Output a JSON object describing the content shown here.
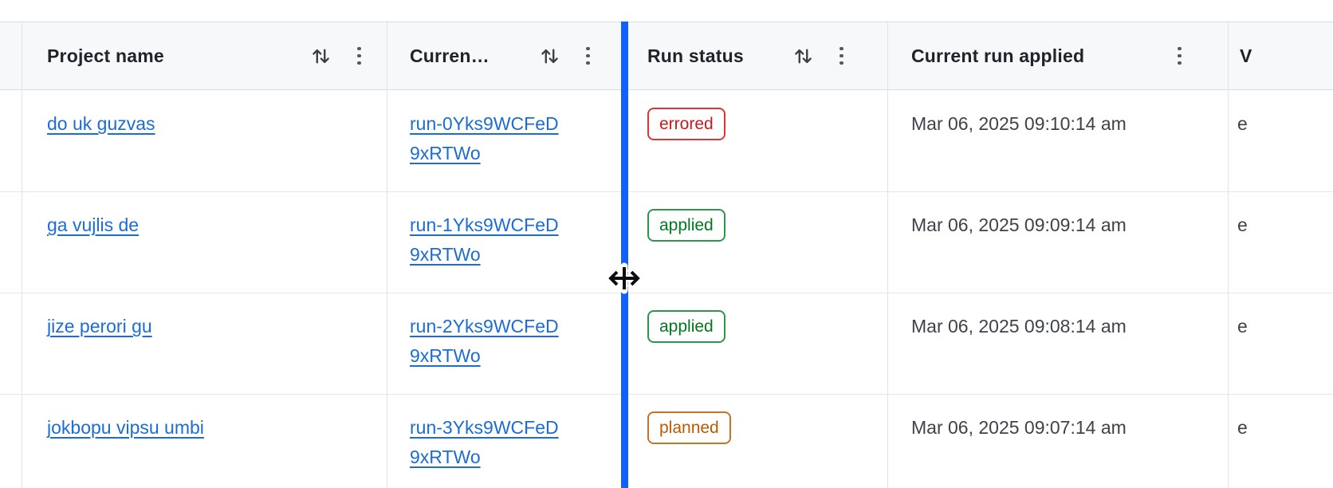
{
  "header": {
    "columns": [
      {
        "label": "Project name",
        "sort": true,
        "menu": true
      },
      {
        "label": "Curren…",
        "sort": true,
        "menu": true
      },
      {
        "label": "Run status",
        "sort": true,
        "menu": true
      },
      {
        "label": "Current run applied",
        "sort": false,
        "menu": true
      },
      {
        "label": "V",
        "sort": false,
        "menu": false
      }
    ]
  },
  "rows": [
    {
      "project": "do uk guzvas",
      "run_id": "run-0Yks9WCFeD9xRTWo",
      "run_line1": "run-0Yks9WCFeD",
      "run_line2": "9xRTWo",
      "status": "errored",
      "applied_at": "Mar 06, 2025 09:10:14 am",
      "extra_partial": "e"
    },
    {
      "project": "ga vujlis de",
      "run_id": "run-1Yks9WCFeD9xRTWo",
      "run_line1": "run-1Yks9WCFeD",
      "run_line2": "9xRTWo",
      "status": "applied",
      "applied_at": "Mar 06, 2025 09:09:14 am",
      "extra_partial": "e"
    },
    {
      "project": "jize perori gu",
      "run_id": "run-2Yks9WCFeD9xRTWo",
      "run_line1": "run-2Yks9WCFeD",
      "run_line2": "9xRTWo",
      "status": "applied",
      "applied_at": "Mar 06, 2025 09:08:14 am",
      "extra_partial": "e"
    },
    {
      "project": "jokbopu vipsu umbi",
      "run_id": "run-3Yks9WCFeD9xRTWo",
      "run_line1": "run-3Yks9WCFeD",
      "run_line2": "9xRTWo",
      "status": "planned",
      "applied_at": "Mar 06, 2025 09:07:14 am",
      "extra_partial": "e"
    }
  ],
  "icons": {
    "sort": "swap-vertical",
    "column_menu": "kebab-vertical",
    "resize_cursor": "col-resize"
  },
  "colors": {
    "resize_line": "#1060ff",
    "link": "#1c6cd6",
    "header_bg": "#f7f8fa",
    "status_errored": "#c9191e",
    "status_applied": "#00781e",
    "status_planned": "#bb5a00"
  }
}
